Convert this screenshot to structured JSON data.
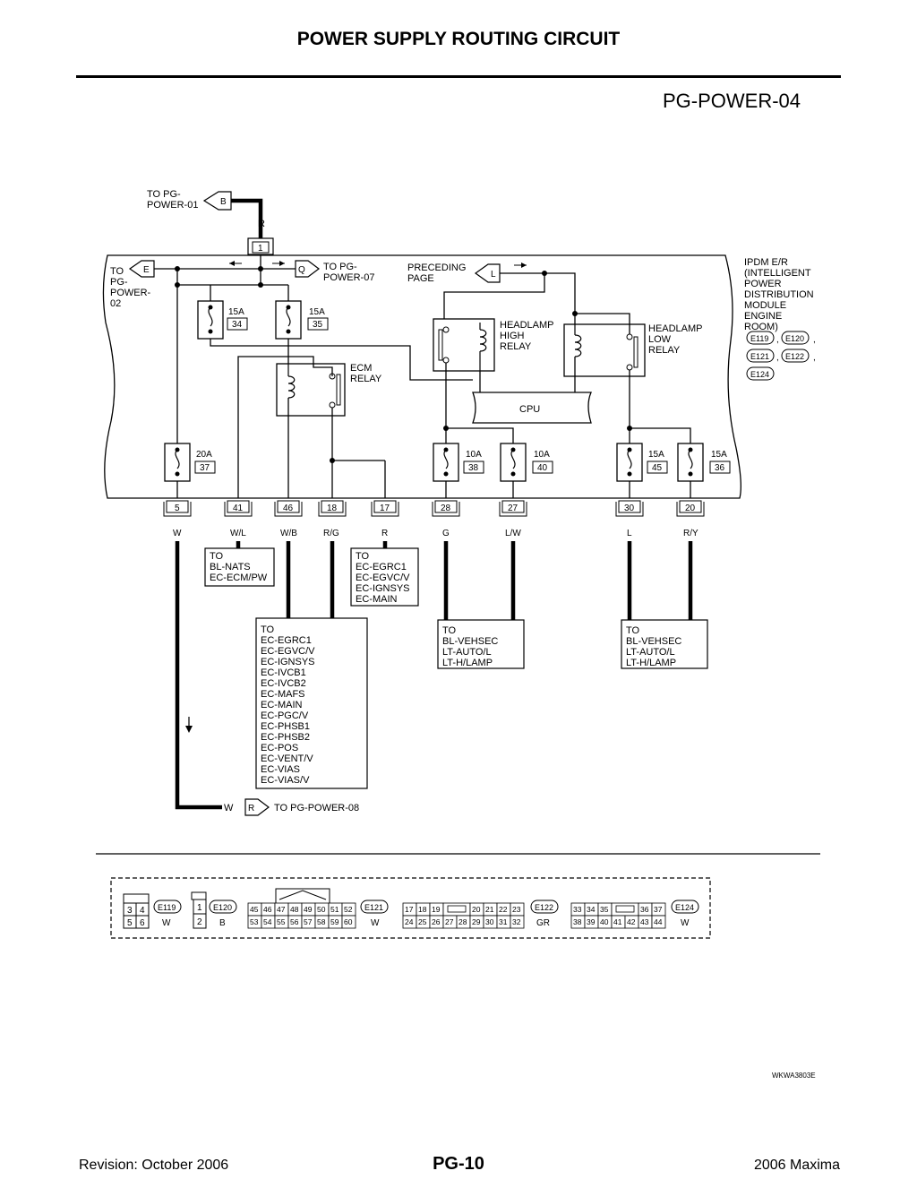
{
  "page": {
    "title": "POWER SUPPLY ROUTING CIRCUIT",
    "diagram_code": "PG-POWER-04",
    "figure_id": "WKWA3803E",
    "footer_left": "Revision: October 2006",
    "footer_center": "PG-10",
    "footer_right": "2006 Maxima"
  },
  "module": {
    "lines": [
      "IPDM E/R",
      "(INTELLIGENT",
      "POWER",
      "DISTRIBUTION",
      "MODULE",
      "ENGINE",
      "ROOM)"
    ],
    "connectors": [
      "E119",
      "E120",
      "E121",
      "E122",
      "E124"
    ]
  },
  "top": {
    "to_pg_power_01": [
      "TO PG-",
      "POWER-01"
    ],
    "flag_b": "B",
    "wire_r": "R",
    "terminal_1": "1",
    "to_pg_power_02": [
      "TO",
      "PG-",
      "POWER-",
      "02"
    ],
    "flag_e": "E",
    "to_pg_power_07": [
      "TO PG-",
      "POWER-07"
    ],
    "flag_q": "Q",
    "preceding_page": [
      "PRECEDING",
      "PAGE"
    ],
    "flag_l": "L"
  },
  "fuses": [
    {
      "amp": "15A",
      "num": "34"
    },
    {
      "amp": "15A",
      "num": "35"
    },
    {
      "amp": "20A",
      "num": "37"
    },
    {
      "amp": "10A",
      "num": "38"
    },
    {
      "amp": "10A",
      "num": "40"
    },
    {
      "amp": "15A",
      "num": "45"
    },
    {
      "amp": "15A",
      "num": "36"
    }
  ],
  "relays": {
    "ecm": [
      "ECM",
      "RELAY"
    ],
    "high": [
      "HEADLAMP",
      "HIGH",
      "RELAY"
    ],
    "low": [
      "HEADLAMP",
      "LOW",
      "RELAY"
    ],
    "cpu": "CPU"
  },
  "terminals": [
    {
      "num": "5",
      "wire": "W"
    },
    {
      "num": "41",
      "wire": "W/L"
    },
    {
      "num": "46",
      "wire": "W/B"
    },
    {
      "num": "18",
      "wire": "R/G"
    },
    {
      "num": "17",
      "wire": "R"
    },
    {
      "num": "28",
      "wire": "G"
    },
    {
      "num": "27",
      "wire": "L/W"
    },
    {
      "num": "30",
      "wire": "L"
    },
    {
      "num": "20",
      "wire": "R/Y"
    }
  ],
  "destinations": {
    "bl_nats": [
      "TO",
      "BL-NATS",
      "EC-ECM/PW"
    ],
    "ec_17": [
      "TO",
      "EC-EGRC1",
      "EC-EGVC/V",
      "EC-IGNSYS",
      "EC-MAIN"
    ],
    "ec_46": [
      "TO",
      "EC-EGRC1",
      "EC-EGVC/V",
      "EC-IGNSYS",
      "EC-IVCB1",
      "EC-IVCB2",
      "EC-MAFS",
      "EC-MAIN",
      "EC-PGC/V",
      "EC-PHSB1",
      "EC-PHSB2",
      "EC-POS",
      "EC-VENT/V",
      "EC-VIAS",
      "EC-VIAS/V"
    ],
    "vehsec_high": [
      "TO",
      "BL-VEHSEC",
      "LT-AUTO/L",
      "LT-H/LAMP"
    ],
    "vehsec_low": [
      "TO",
      "BL-VEHSEC",
      "LT-AUTO/L",
      "LT-H/LAMP"
    ],
    "pg_power_08_wire": "W",
    "pg_power_08_flag": "R",
    "pg_power_08": "TO PG-POWER-08"
  },
  "connector_legend": {
    "e119": {
      "cells_top": [
        "3",
        "4"
      ],
      "cells_bottom": [
        "5",
        "6"
      ],
      "id": "E119",
      "color": "W"
    },
    "e120": {
      "cells_top": [
        "1"
      ],
      "cells_bottom": [
        "2"
      ],
      "id": "E120",
      "color": "B"
    },
    "e121": {
      "cells_top": [
        "45",
        "46",
        "47",
        "48",
        "49",
        "50",
        "51",
        "52"
      ],
      "cells_bottom": [
        "53",
        "54",
        "55",
        "56",
        "57",
        "58",
        "59",
        "60"
      ],
      "id": "E121",
      "color": "W"
    },
    "e122": {
      "cells_top": [
        "17",
        "18",
        "19",
        "",
        "20",
        "21",
        "22",
        "23"
      ],
      "cells_bottom": [
        "24",
        "25",
        "26",
        "27",
        "28",
        "29",
        "30",
        "31",
        "32"
      ],
      "id": "E122",
      "color": "GR"
    },
    "e124": {
      "cells_top": [
        "33",
        "34",
        "35",
        "",
        "36",
        "37"
      ],
      "cells_bottom": [
        "38",
        "39",
        "40",
        "41",
        "42",
        "43",
        "44"
      ],
      "id": "E124",
      "color": "W"
    }
  }
}
